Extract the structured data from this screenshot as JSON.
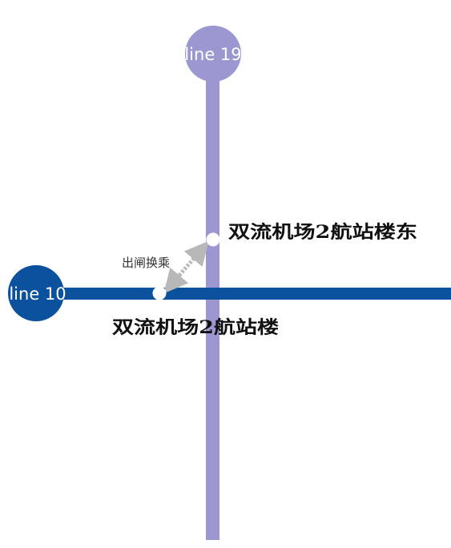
{
  "lines": [
    {
      "id": "line19",
      "label": "line 19",
      "color": "#9b97d1"
    },
    {
      "id": "line10",
      "label": "line 10",
      "color": "#0b519e"
    }
  ],
  "stations": {
    "t2_east": {
      "name": "双流机场2航站楼东",
      "line": "line 19"
    },
    "t2": {
      "name": "双流机场2航站楼",
      "line": "line 10"
    }
  },
  "transfer": {
    "label": "出闸换乘",
    "arrow_color": "#b8b8b8"
  },
  "colors": {
    "background": "#ffffff",
    "station_dot": "#ffffff",
    "label_text": "#111111"
  }
}
